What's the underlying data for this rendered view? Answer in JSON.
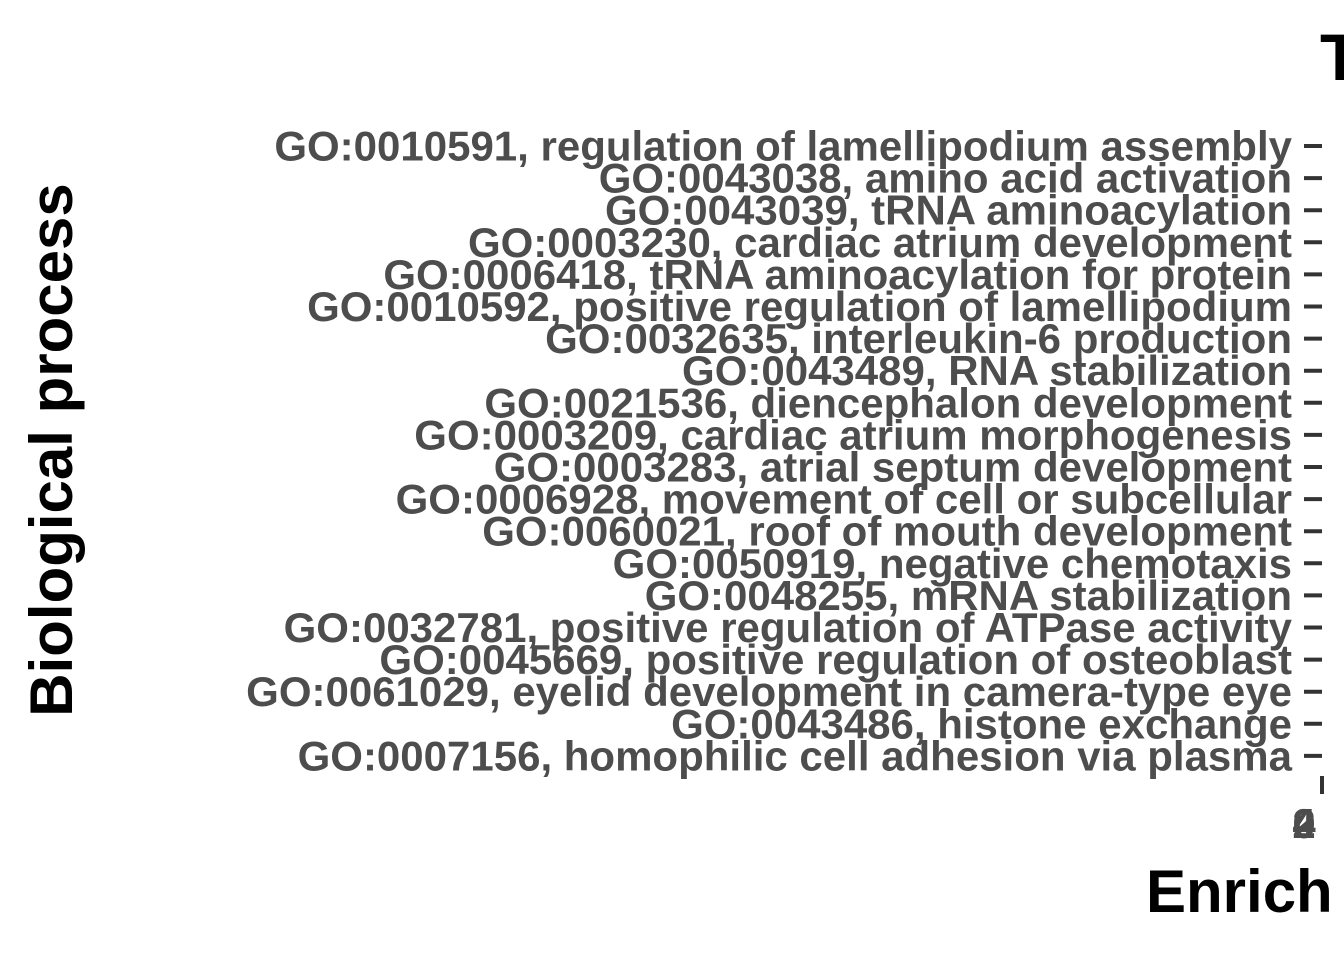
{
  "chart_data": {
    "type": "bar",
    "title": "T",
    "xlabel": "Enrich",
    "ylabel": "Biological process",
    "categories": [
      "GO:0010591, regulation of lamellipodium assembly",
      "GO:0043038, amino acid activation",
      "GO:0043039, tRNA aminoacylation",
      "GO:0003230, cardiac atrium development",
      "GO:0006418, tRNA aminoacylation for protein",
      "GO:0010592, positive regulation of lamellipodium",
      "GO:0032635, interleukin-6 production",
      "GO:0043489, RNA stabilization",
      "GO:0021536, diencephalon development",
      "GO:0003209, cardiac atrium morphogenesis",
      "GO:0003283, atrial septum development",
      "GO:0006928, movement of cell or subcellular",
      "GO:0060021, roof of mouth development",
      "GO:0050919, negative chemotaxis",
      "GO:0048255, mRNA stabilization",
      "GO:0032781, positive regulation of ATPase activity",
      "GO:0045669, positive regulation of osteoblast",
      "GO:0061029, eyelid development in camera-type eye",
      "GO:0043486, histone exchange",
      "GO:0007156, homophilic cell adhesion via plasma"
    ],
    "x_tick_labels": [
      "0",
      "2",
      "4"
    ],
    "grid": false,
    "legend": "none",
    "colors": {
      "label": "#4d4d4d",
      "tick": "#333333",
      "title": "#000000"
    }
  }
}
